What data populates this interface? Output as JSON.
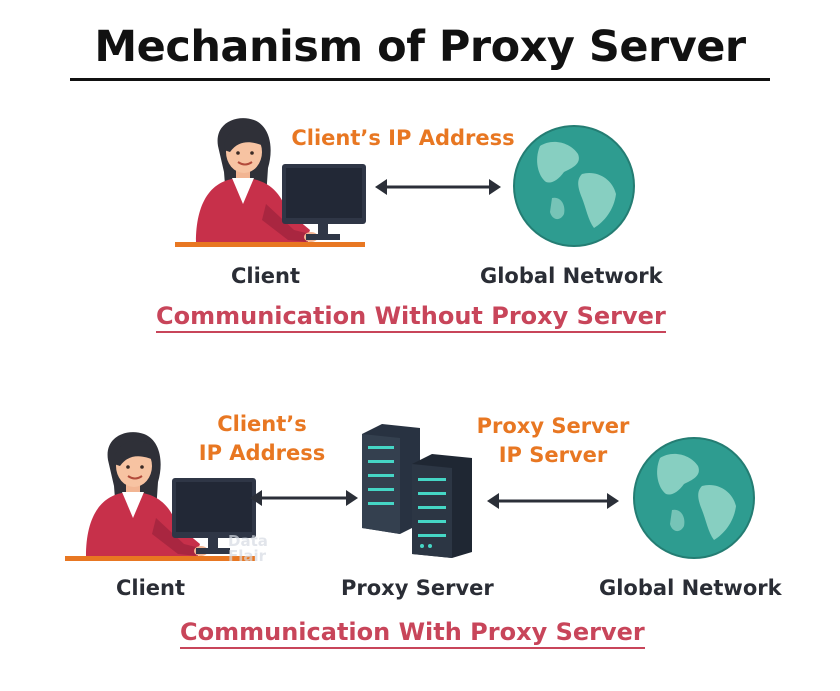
{
  "title": "Mechanism of Proxy Server",
  "top_section": {
    "ip_label": "Client’s IP Address",
    "client_label": "Client",
    "network_label": "Global Network",
    "caption": "Communication Without Proxy Server"
  },
  "bottom_section": {
    "client_ip_line1": "Client’s",
    "client_ip_line2": "IP Address",
    "proxy_ip_line1": "Proxy Server",
    "proxy_ip_line2": "IP Server",
    "client_label": "Client",
    "proxy_label": "Proxy Server",
    "network_label": "Global Network",
    "caption": "Communication With Proxy Server"
  },
  "watermark": {
    "line1": "Data",
    "line2": "Flair"
  },
  "colors": {
    "accent_orange": "#e87722",
    "caption_red": "#c8455a",
    "globe_teal": "#2e9c90",
    "shirt_red": "#c7304a",
    "text_dark": "#2a2d35"
  },
  "icons": [
    "woman-at-computer-icon",
    "globe-icon",
    "server-rack-icon",
    "double-arrow-icon"
  ]
}
